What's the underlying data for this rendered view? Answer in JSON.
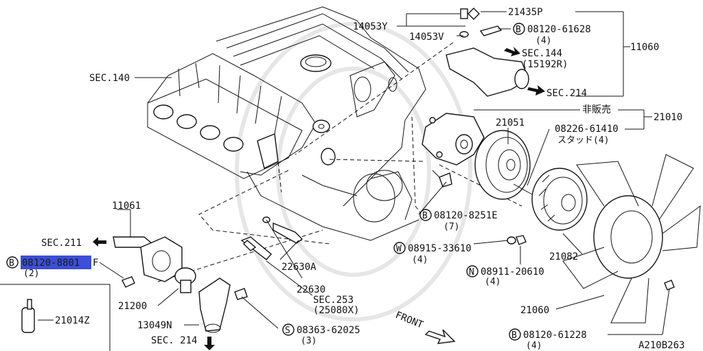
{
  "labels": {
    "sec140": "SEC.140",
    "p14053Y": "14053Y",
    "p14053V": "14053V",
    "p21435P": "21435P",
    "b61628": "08120-61628",
    "b61628_qty": "(4)",
    "p11060": "11060",
    "sec144": "SEC.144",
    "sec144_sub": "(15192R)",
    "sec214_top": "SEC.214",
    "hiranbai": "非販売",
    "p21010": "21010",
    "p21051": "21051",
    "stud": "08226-61410",
    "stud_sub": "スタッド(4)",
    "p11061": "11061",
    "sec211": "SEC.211",
    "hl_bolt": "08120-8801",
    "hl_bolt_suffix": "F",
    "hl_bolt_qty": "(2)",
    "b8251": "08120-8251E",
    "b8251_qty": "(7)",
    "w33610": "08915-33610",
    "w33610_qty": "(4)",
    "n20610": "08911-20610",
    "n20610_qty": "(4)",
    "p21082": "21082",
    "p22630A": "22630A",
    "p22630": "22630",
    "sec253": "SEC.253",
    "sec253_sub": "(25080X)",
    "p21200": "21200",
    "p21014Z": "21014Z",
    "p13049N": "13049N",
    "sec214_bottom": "SEC. 214",
    "s62025": "08363-62025",
    "s62025_qty": "(3)",
    "front": "FRONT",
    "p21060": "21060",
    "b61228": "08120-61228",
    "b61228_qty": "(4)",
    "code": "A210B263"
  },
  "markers": {
    "bolt": "B",
    "washer": "W",
    "nut": "N",
    "screw": "S"
  },
  "colors": {
    "highlight": "#3c4fd6",
    "ink": "#111111"
  }
}
